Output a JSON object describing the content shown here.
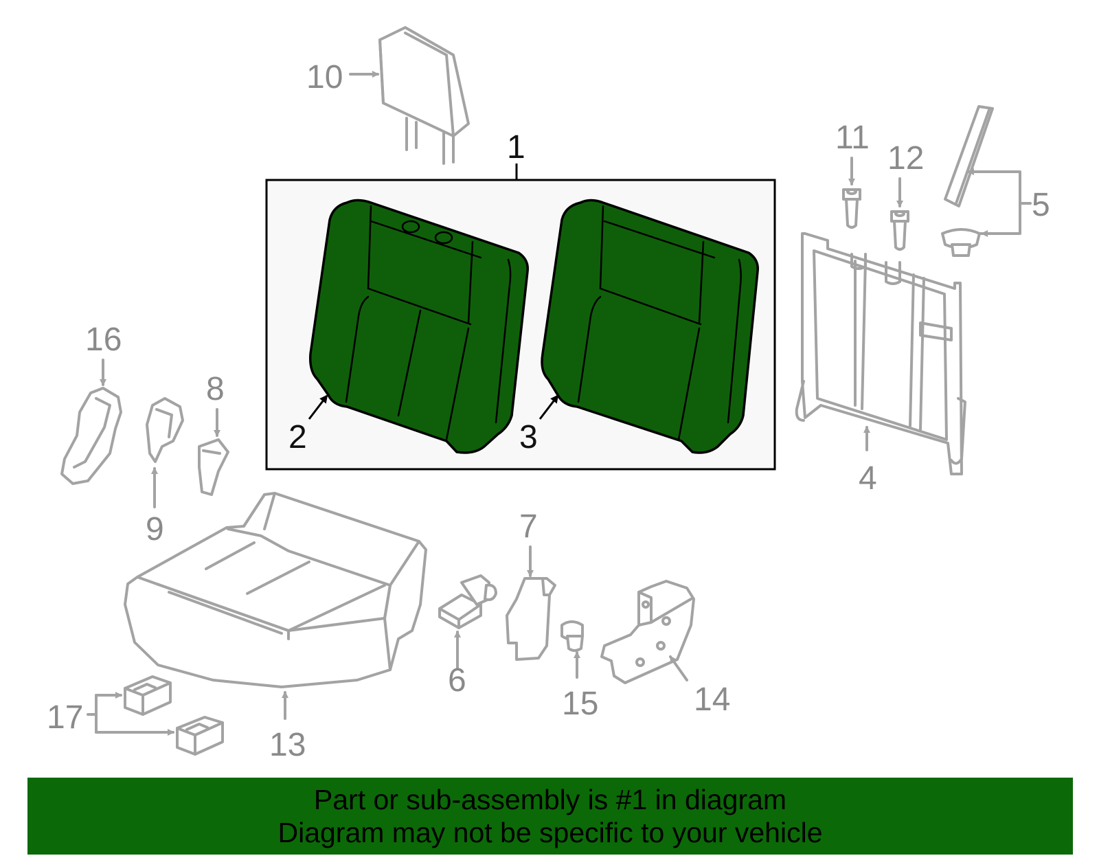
{
  "colors": {
    "highlight_part": "#0f5f0a",
    "banner_background": "#0c6908",
    "line_gray": "#a3a3a3",
    "callout_gray": "#8a8a8a",
    "callout_dark": "#111111"
  },
  "callouts": {
    "c1": "1",
    "c2": "2",
    "c3": "3",
    "c4": "4",
    "c5": "5",
    "c6": "6",
    "c7": "7",
    "c8": "8",
    "c9": "9",
    "c10": "10",
    "c11": "11",
    "c12": "12",
    "c13": "13",
    "c14": "14",
    "c15": "15",
    "c16": "16",
    "c17": "17"
  },
  "banner": {
    "line1": "Part or sub-assembly is #1 in diagram",
    "line2": "Diagram may not be specific to your vehicle"
  }
}
